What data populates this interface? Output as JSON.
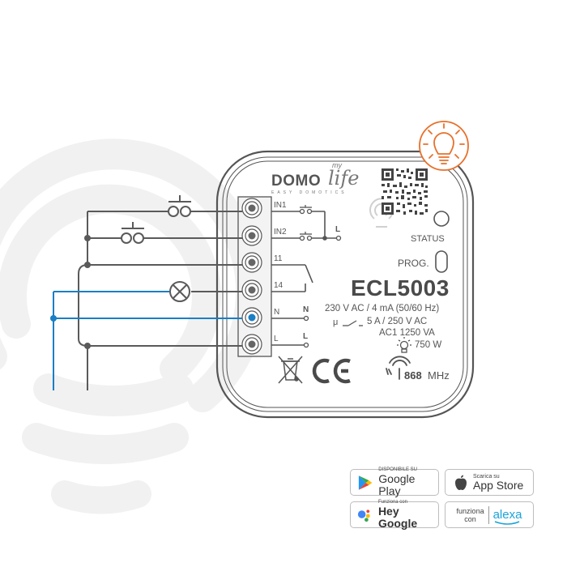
{
  "product": {
    "brand_name": "DOMO",
    "brand_script": "life",
    "brand_prefix": "my",
    "brand_tagline": "EASY DOMOTICS",
    "model": "ECL5003",
    "status_label": "STATUS",
    "prog_label": "PROG.",
    "specs": {
      "supply": "230 V AC / 4 mA (50/60 Hz)",
      "relay": "5 A / 250 V AC",
      "relay_prefix": "μ",
      "ac1": "AC1  1250 VA",
      "lamp": "750 W",
      "frequency": "868",
      "frequency_unit": "MHz"
    },
    "terminals": [
      {
        "label": "IN1",
        "color": "#666666"
      },
      {
        "label": "IN2",
        "color": "#666666"
      },
      {
        "label": "11",
        "color": "#666666"
      },
      {
        "label": "14",
        "color": "#666666"
      },
      {
        "label": "N",
        "color": "#1a7fc4"
      },
      {
        "label": "L",
        "color": "#666666"
      }
    ],
    "internal_labels": {
      "l_input": "L",
      "n_supply": "N",
      "l_supply": "L"
    },
    "icons": [
      "qr-code-icon",
      "light-bulb-badge-icon",
      "weee-bin-icon",
      "ce-mark-icon",
      "radio-signal-icon",
      "lamp-icon",
      "relay-contact-icon"
    ]
  },
  "colors": {
    "accent_orange": "#e8702a",
    "neutral_wire_blue": "#1a7fc4",
    "line_grey": "#5a5a5a",
    "watermark": "#f0f0f0"
  },
  "badges": [
    {
      "id": "google-play",
      "small": "DISPONIBILE SU",
      "big": "Google Play"
    },
    {
      "id": "app-store",
      "small": "Scarica su",
      "big": "App Store"
    },
    {
      "id": "hey-google",
      "small": "Funziona con",
      "big": "Hey Google"
    },
    {
      "id": "alexa",
      "small_line1": "funziona",
      "small_line2": "con",
      "big": "alexa"
    }
  ]
}
